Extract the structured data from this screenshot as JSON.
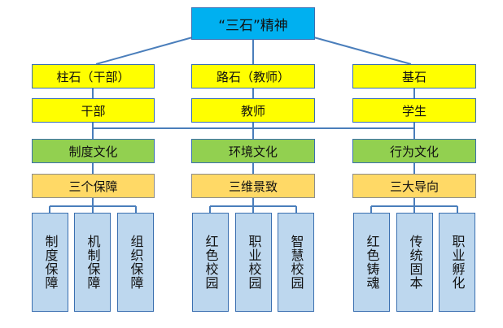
{
  "root": {
    "label": "“三石”精神"
  },
  "columns": [
    {
      "stone": "柱石（干部）",
      "group": "干部",
      "culture": "制度文化",
      "guarantee": "三个保障",
      "leaves": [
        "制度保障",
        "机制保障",
        "组织保障"
      ]
    },
    {
      "stone": "路石（教师）",
      "group": "教师",
      "culture": "环境文化",
      "guarantee": "三维景致",
      "leaves": [
        "红色校园",
        "职业校园",
        "智慧校园"
      ]
    },
    {
      "stone": "基石",
      "group": "学生",
      "culture": "行为文化",
      "guarantee": "三大导向",
      "leaves": [
        "红色铸魂",
        "传统固本",
        "职业孵化"
      ]
    }
  ],
  "colors": {
    "root": "#00b0f0",
    "stone_row": "#ffff00",
    "group_row": "#ffff00",
    "culture_row": "#92d050",
    "guarantee_row": "#ffd966",
    "leaf": "#bdd7ee",
    "connector": "#4a7ebb"
  }
}
